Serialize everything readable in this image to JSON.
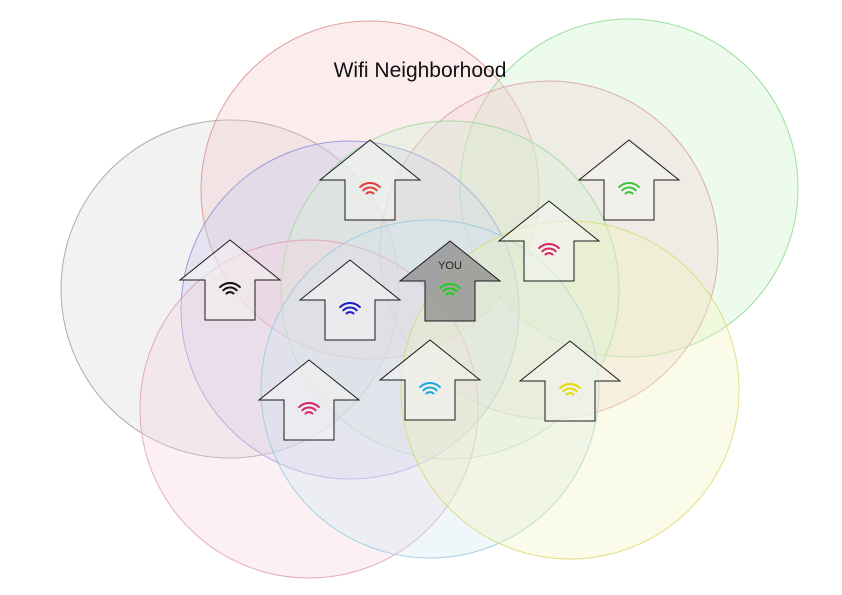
{
  "title": "Wifi Neighborhood",
  "you_label": "YOU",
  "routers": [
    {
      "id": "red",
      "color": "#e23a3a",
      "range_fill": "#f2c8c8",
      "range_stroke": "#d98a8a",
      "is_you": false
    },
    {
      "id": "green-top-right",
      "color": "#3ec43e",
      "range_fill": "#c8f2c8",
      "range_stroke": "#86d886",
      "is_you": false
    },
    {
      "id": "magenta-upper",
      "color": "#d6246a",
      "range_fill": "#f2cfd6",
      "range_stroke": "#d99aa6",
      "is_you": false
    },
    {
      "id": "black",
      "color": "#111111",
      "range_fill": "#d8d8d8",
      "range_stroke": "#9a9a9a",
      "is_you": false
    },
    {
      "id": "blue",
      "color": "#1a1ac8",
      "range_fill": "#c8c8f0",
      "range_stroke": "#8a8ad8",
      "is_you": false
    },
    {
      "id": "you",
      "color": "#22cc22",
      "range_fill": "#d2f0d2",
      "range_stroke": "#9ad89a",
      "is_you": true
    },
    {
      "id": "magenta-lower",
      "color": "#d6246a",
      "range_fill": "#f8d2e0",
      "range_stroke": "#dc9ab4",
      "is_you": false
    },
    {
      "id": "cyan",
      "color": "#1aa6e0",
      "range_fill": "#cfe8f4",
      "range_stroke": "#92c8e0",
      "is_you": false
    },
    {
      "id": "yellow",
      "color": "#e6d800",
      "range_fill": "#f4f2bc",
      "range_stroke": "#dcd66a",
      "is_you": false
    }
  ]
}
